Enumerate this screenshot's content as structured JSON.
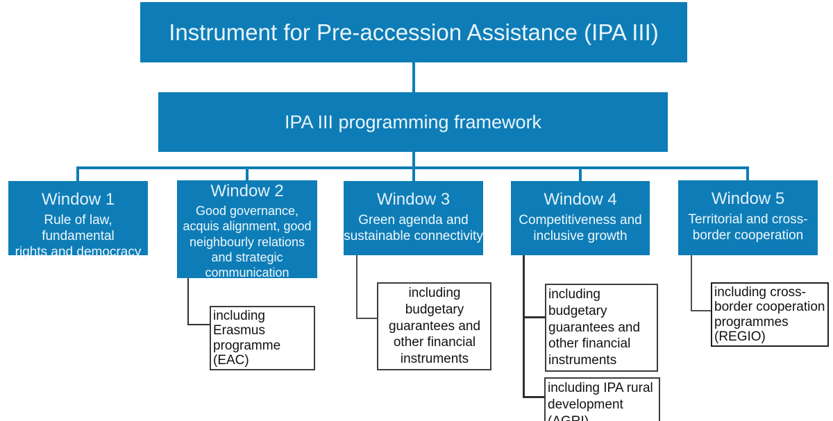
{
  "diagram": {
    "title": "Instrument for Pre-accession Assistance (IPA III)",
    "framework_label": "IPA III programming framework",
    "windows": [
      {
        "heading": "Window 1",
        "description": "Rule of law, fundamental\nrights and democracy"
      },
      {
        "heading": "Window 2",
        "description": "Good governance,\nacquis alignment, good\nneighbourly relations\nand strategic\ncommunication"
      },
      {
        "heading": "Window 3",
        "description": "Green agenda and\nsustainable connectivity"
      },
      {
        "heading": "Window 4",
        "description": "Competitiveness and\ninclusive growth"
      },
      {
        "heading": "Window 5",
        "description": "Territorial and cross-\nborder cooperation"
      }
    ],
    "sub_boxes": [
      {
        "parent": "Window 2",
        "label": "including Erasmus\nprogramme (EAC)"
      },
      {
        "parent": "Window 3",
        "label": "including budgetary\nguarantees and\nother financial\ninstruments"
      },
      {
        "parent": "Window 4",
        "label": "including budgetary\nguarantees and\nother financial\ninstruments"
      },
      {
        "parent": "Window 4",
        "label": "including IPA rural\ndevelopment (AGRI)"
      },
      {
        "parent": "Window 5",
        "label": "including cross-\nborder cooperation\nprogrammes\n(REGIO)"
      }
    ],
    "colors": {
      "box_blue": "#0e7db7",
      "connector_blue": "#0e7db7",
      "connector_dark": "#2f2f2f",
      "connector_gray": "#4d4d4d",
      "subbox_border": "#3c3c3c",
      "text_light": "#e9f4fa",
      "text_dark": "#111111"
    }
  }
}
